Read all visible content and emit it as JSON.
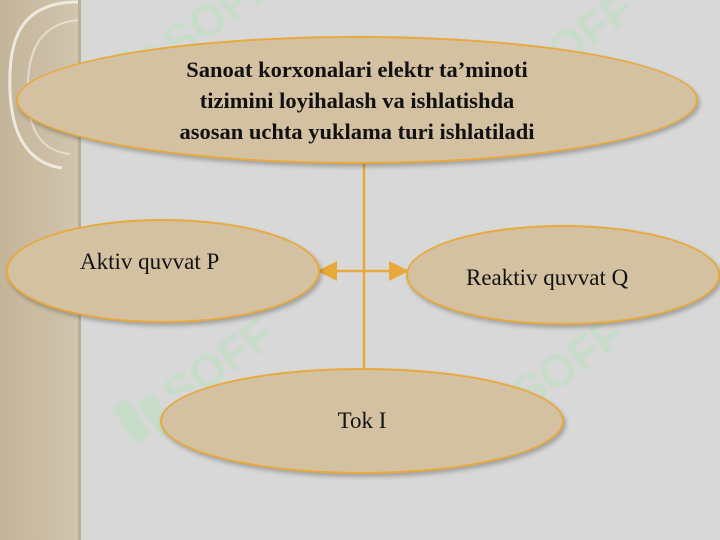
{
  "diagram": {
    "root": {
      "lines": [
        "Sanoat korxonalari elektr ta’minoti",
        "tizimini loyihalash va ishlatishda",
        "asosan uchta yuklama turi ishlatiladi"
      ]
    },
    "nodes": {
      "left": "Aktiv quvvat P",
      "right": "Reaktiv quvvat Q",
      "bottom": "Tok I"
    },
    "watermark": "SOFF"
  },
  "colors": {
    "background": "#d8d8d8",
    "left_band": "#c9bba1",
    "ellipse_fill": "#d3c1a2",
    "ellipse_border": "#e7a93a",
    "connector": "#e7a93a",
    "watermark": "#a9e6b0"
  }
}
